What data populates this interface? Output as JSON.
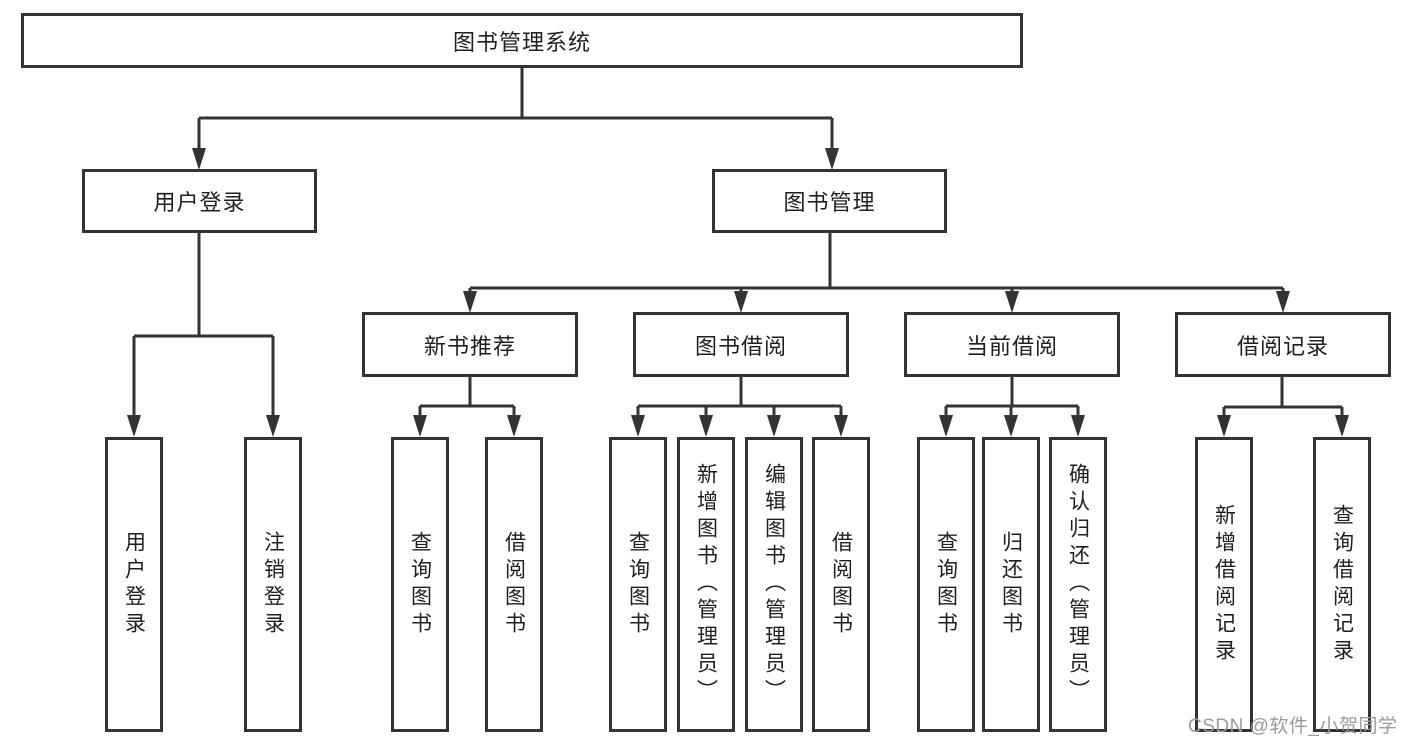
{
  "colors": {
    "line": "#333333",
    "text": "#1f1f1f",
    "bg": "#ffffff",
    "watermark": "#9b9b9b"
  },
  "diagram": {
    "root": {
      "label": "图书管理系统"
    },
    "login_branch": {
      "label": "用户登录",
      "children": [
        {
          "label": "用户登录"
        },
        {
          "label": "注销登录"
        }
      ]
    },
    "management_branch": {
      "label": "图书管理",
      "groups": [
        {
          "label": "新书推荐",
          "children": [
            {
              "label": "查询图书"
            },
            {
              "label": "借阅图书"
            }
          ]
        },
        {
          "label": "图书借阅",
          "children": [
            {
              "label": "查询图书"
            },
            {
              "label": "新增图书（管理员）"
            },
            {
              "label": "编辑图书（管理员）"
            },
            {
              "label": "借阅图书"
            }
          ]
        },
        {
          "label": "当前借阅",
          "children": [
            {
              "label": "查询图书"
            },
            {
              "label": "归还图书"
            },
            {
              "label": "确认归还（管理员）"
            }
          ]
        },
        {
          "label": "借阅记录",
          "children": [
            {
              "label": "新增借阅记录"
            },
            {
              "label": "查询借阅记录"
            }
          ]
        }
      ]
    }
  },
  "watermark": {
    "text": "CSDN @软件_小贺同学"
  }
}
